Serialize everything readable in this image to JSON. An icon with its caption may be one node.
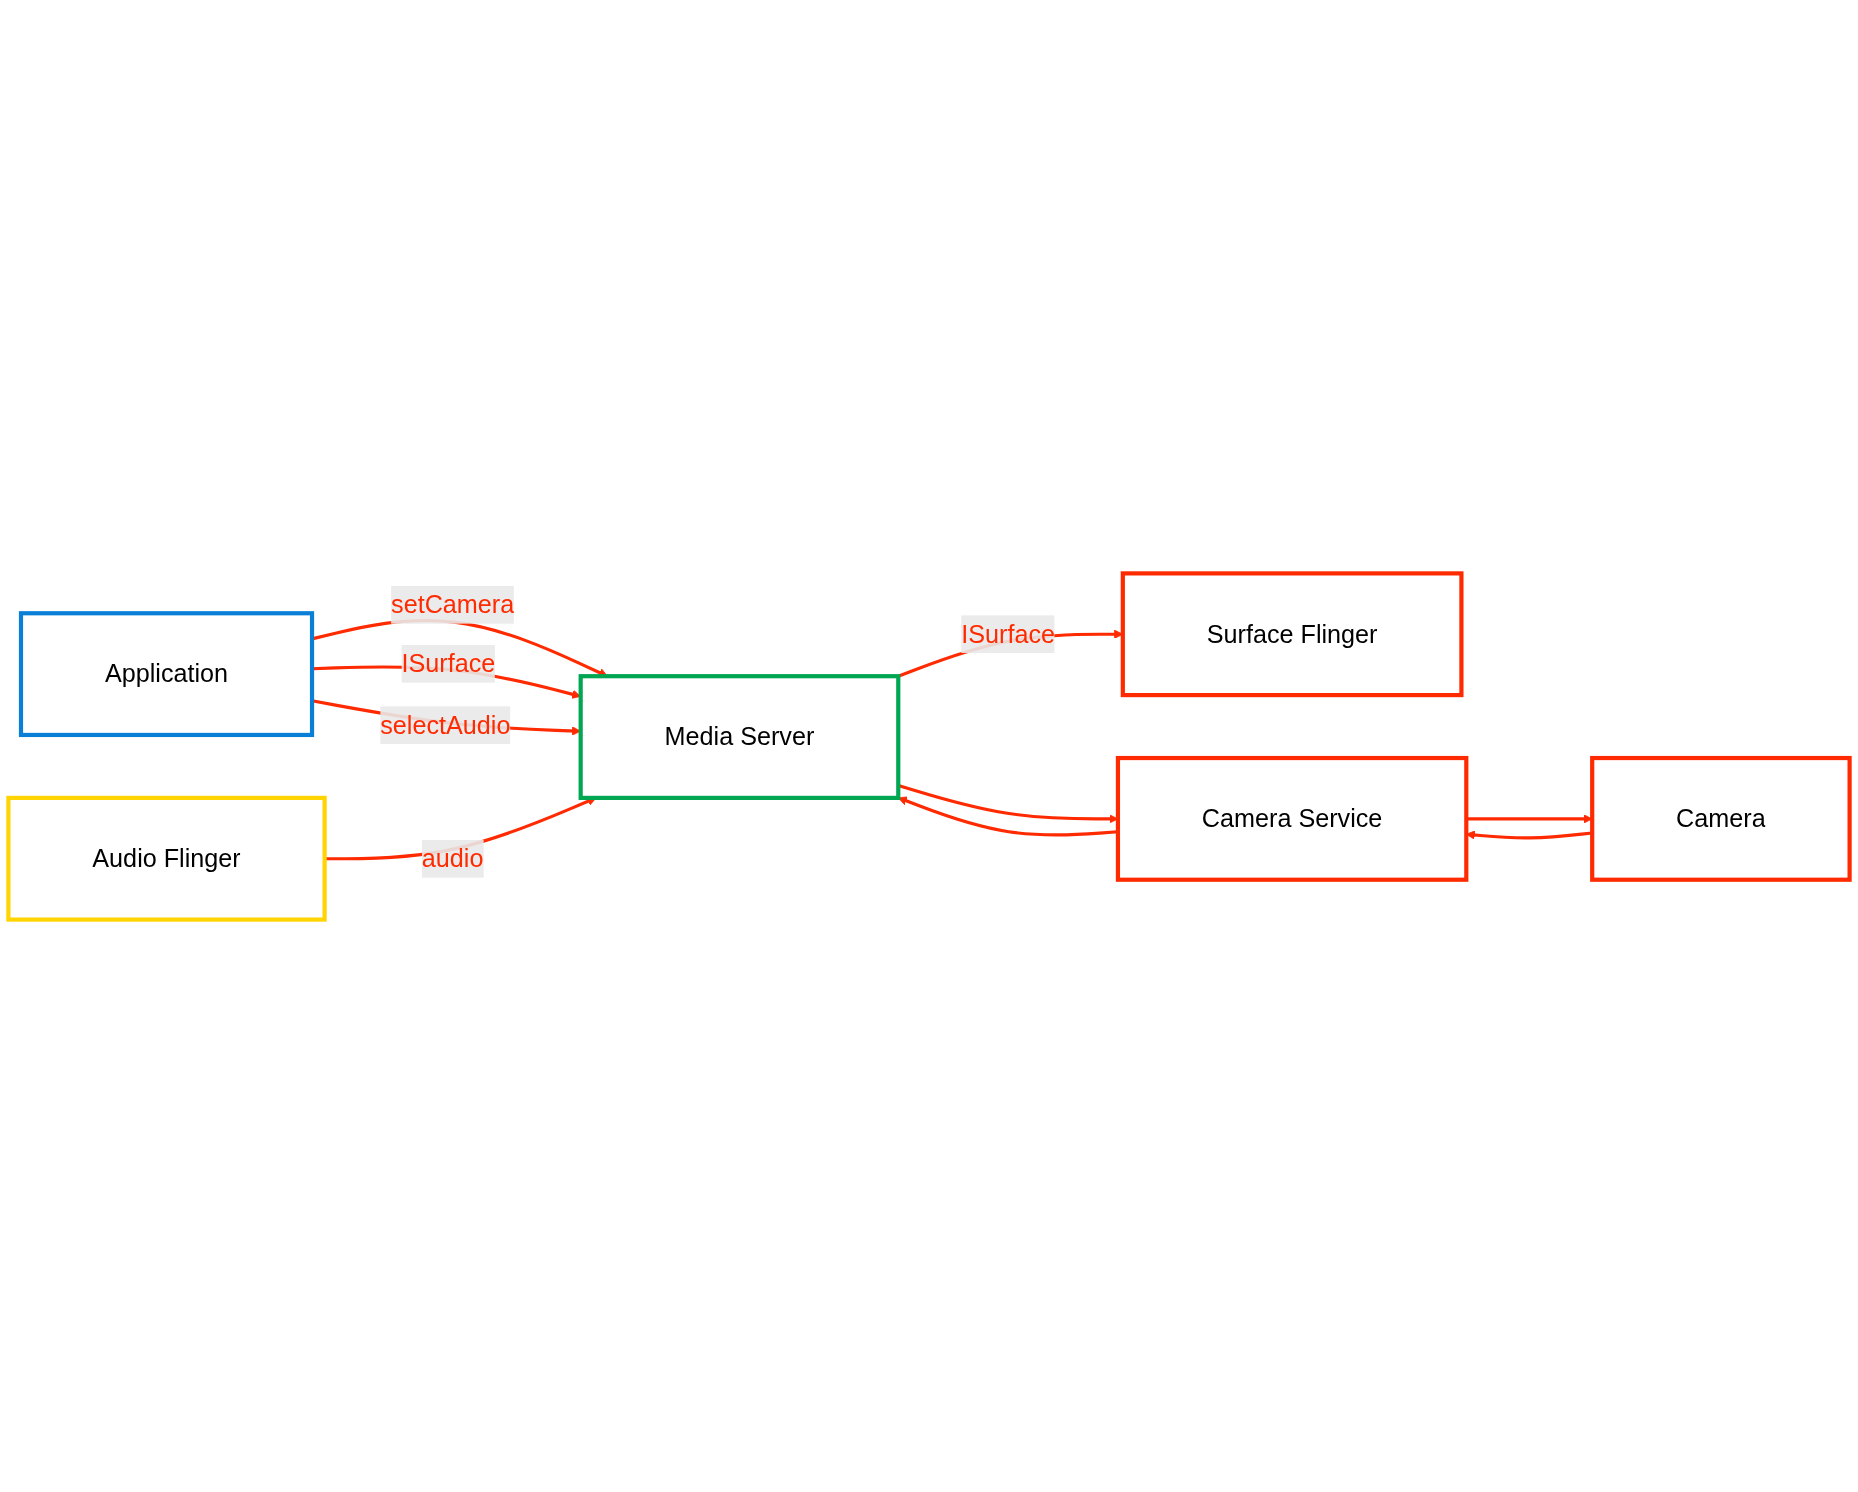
{
  "diagram": {
    "nodes": [
      {
        "text": [
          "Application"
        ]
      },
      {
        "text": [
          "Media Server"
        ]
      },
      {
        "text": [
          "Surface Flinger"
        ]
      },
      {
        "text": [
          "Audio Flinger"
        ]
      },
      {
        "text": [
          "Camera Service"
        ]
      },
      {
        "text": [
          "Camera"
        ]
      }
    ],
    "edges": [
      {
        "from": 0,
        "to": 1,
        "arrow": "to",
        "label": "setCamera"
      },
      {
        "from": 0,
        "to": 1,
        "arrow": "to",
        "label": "ISurface"
      },
      {
        "from": 0,
        "to": 1,
        "arrow": "to",
        "label": "selectAudio"
      },
      {
        "from": 1,
        "to": 2,
        "arrow": "to",
        "label": "ISurface"
      },
      {
        "from": 3,
        "to": 1,
        "arrow": "to",
        "label": "audio"
      },
      {
        "from": 1,
        "to": 4,
        "arrow": "to"
      },
      {
        "from": 4,
        "to": 1,
        "arrow": "to"
      },
      {
        "from": 4,
        "to": 5,
        "arrow": "to"
      },
      {
        "from": 5,
        "to": 4,
        "arrow": "to"
      }
    ]
  }
}
